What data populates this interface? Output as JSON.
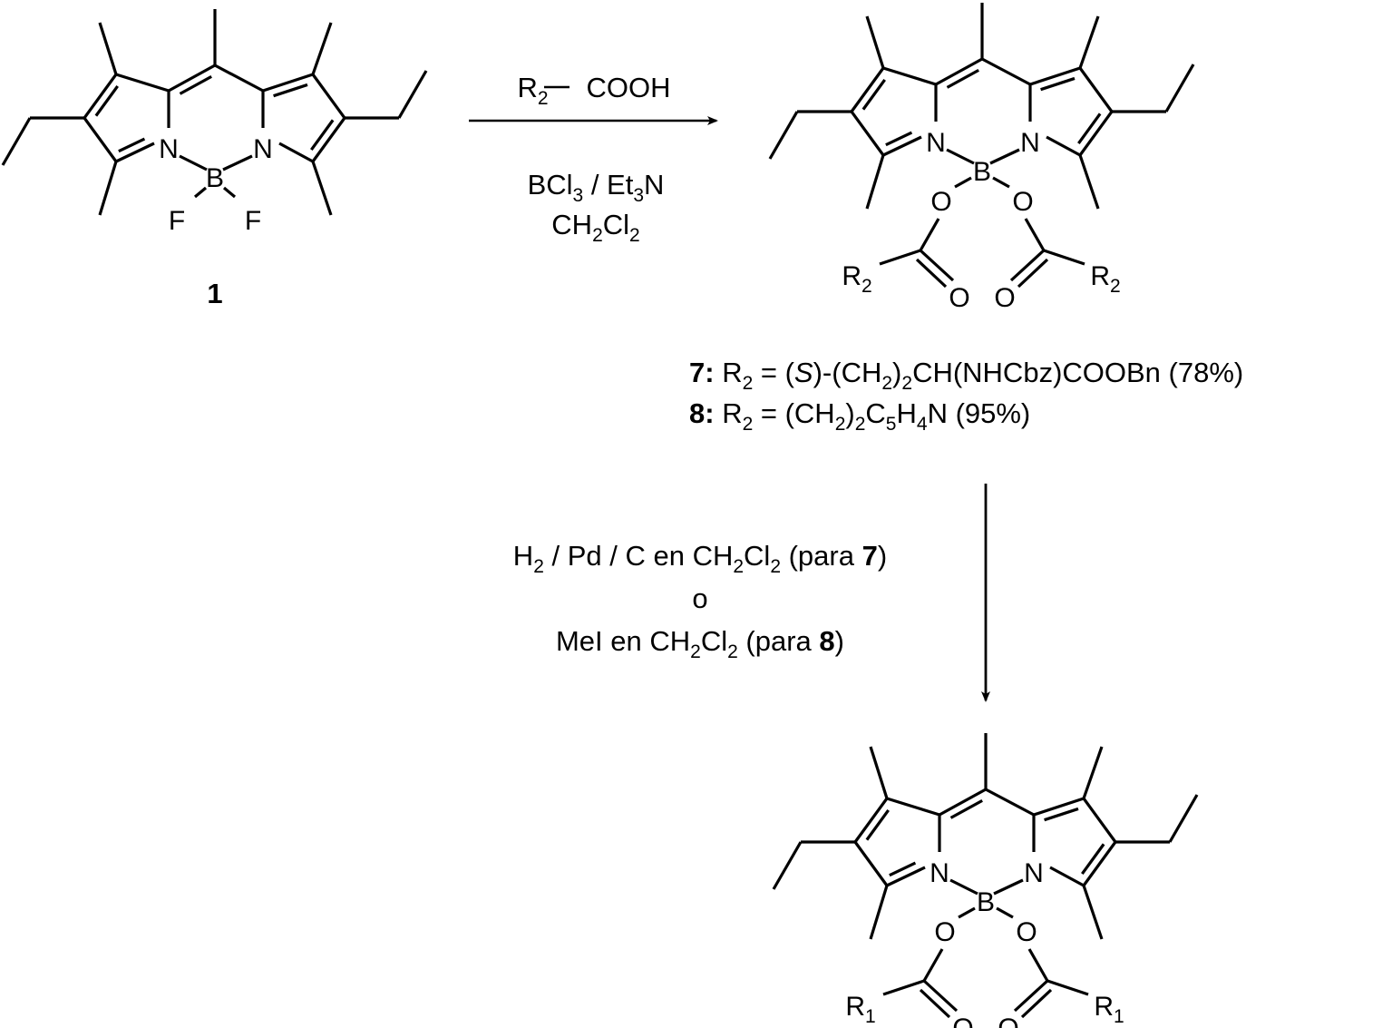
{
  "scheme": {
    "colors": {
      "ink": "#000000",
      "background": "#ffffff"
    },
    "compounds": [
      {
        "id": "starting-material",
        "label": "1",
        "core": "BODIPY",
        "substituents": {
          "meso": "CH3",
          "beta_upper": "CH3",
          "beta_ethyl": "CH2CH3",
          "alpha": "CH3"
        },
        "boron_ligands": [
          "F",
          "F"
        ]
      },
      {
        "id": "intermediate",
        "core": "BODIPY",
        "boron_ligands": [
          "O",
          "O"
        ],
        "ester_group": "R2",
        "ester_subscript": "2"
      },
      {
        "id": "final-product",
        "core": "BODIPY",
        "boron_ligands": [
          "O",
          "O"
        ],
        "ester_group": "R1",
        "ester_subscript": "1"
      }
    ],
    "atoms": {
      "N": "N",
      "B": "B",
      "F": "F",
      "O": "O",
      "R": "R"
    },
    "step1": {
      "above_arrow": {
        "r": "R",
        "r_sub": "2",
        "rest": "COOH"
      },
      "below_arrow_line1": {
        "a": "BCl",
        "a_sub": "3",
        "b": " / Et",
        "b_sub": "3",
        "c": "N"
      },
      "below_arrow_line2": {
        "a": "CH",
        "a_sub": "2",
        "b": "Cl",
        "b_sub": "2"
      }
    },
    "products_legend": [
      {
        "compound": "7",
        "colon": ":",
        "r": " R",
        "r_sub": "2",
        "eq": " = (",
        "stereo": "S",
        "p1": ")-(CH",
        "p1_sub": "2",
        "p2": ")",
        "p2_sub": "2",
        "p3": "CH(NHCbz)COOBn",
        "yield": " (78%)"
      },
      {
        "compound": "8",
        "colon": ":",
        "r": " R",
        "r_sub": "2",
        "eq": " = (CH",
        "e_sub": "2",
        "p1": ")",
        "p1_sub": "2",
        "p2": "C",
        "p2_sub": "5",
        "p3": "H",
        "p3_sub": "4",
        "p4": "N",
        "yield": " (95%)"
      }
    ],
    "step2": {
      "line1": {
        "a": "H",
        "a_sub": "2",
        "b": " / Pd / C en CH",
        "b_sub": "2",
        "c": "Cl",
        "c_sub": "2",
        "d": " (para ",
        "ref": "7",
        "e": ")"
      },
      "line2": "o",
      "line3": {
        "a": "MeI en CH",
        "a_sub": "2",
        "b": "Cl",
        "b_sub": "2",
        "c": " (para ",
        "ref": "8",
        "d": ")"
      }
    }
  }
}
